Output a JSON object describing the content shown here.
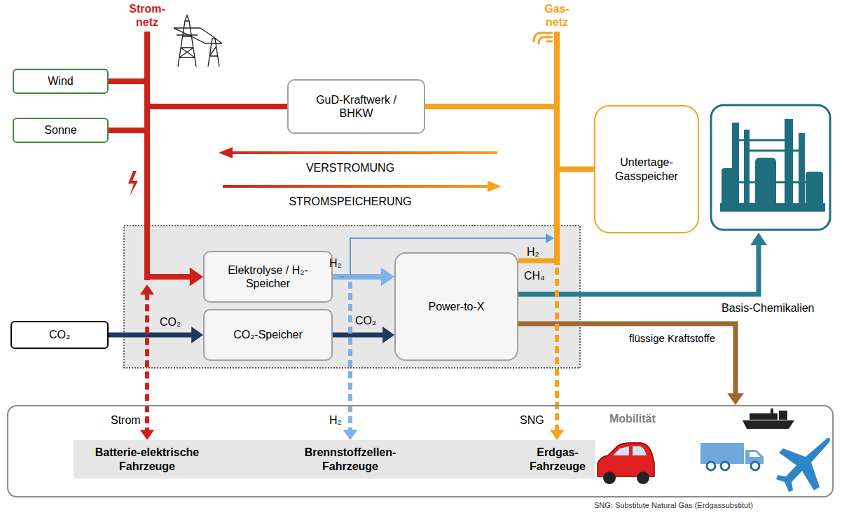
{
  "diagram": {
    "nodes": [
      {
        "text": [
          "Strom- netz"
        ]
      },
      {
        "text": [
          "Gas- netz"
        ]
      },
      {
        "text": [
          "Wind"
        ]
      },
      {
        "text": [
          "Sonne"
        ]
      },
      {
        "text": [
          "GuD-Kraftwerk / BHKW"
        ]
      },
      {
        "text": [
          "Untertage- Gasspeicher"
        ]
      },
      {
        "text": [
          "Elektrolyse / H₂-Speicher"
        ]
      },
      {
        "text": [
          "CO₂"
        ]
      },
      {
        "text": [
          "CO₂-Speicher"
        ]
      },
      {
        "text": [
          "Power-to-X"
        ]
      },
      {
        "text": [
          "Mobilität"
        ]
      },
      {
        "text": [
          "Batterie-elektrische Fahrzeuge"
        ],
        "in": 10
      },
      {
        "text": [
          "Brennstoffzellen- Fahrzeuge"
        ],
        "in": 10
      },
      {
        "text": [
          "Erdgas- Fahrzeuge"
        ],
        "in": 10
      }
    ],
    "edges": [
      {
        "from": 2,
        "to": 0,
        "arrow": "none"
      },
      {
        "from": 3,
        "to": 0,
        "arrow": "none"
      },
      {
        "from": 0,
        "to": 4,
        "arrow": "none"
      },
      {
        "from": 4,
        "to": 1,
        "arrow": "none"
      },
      {
        "from": 1,
        "to": 5,
        "arrow": "none"
      },
      {
        "from": 0,
        "to": 6,
        "arrow": "to"
      },
      {
        "from": 6,
        "to": 9,
        "label": "H₂",
        "arrow": "to"
      },
      {
        "from": 6,
        "to": 1,
        "label": "H₂",
        "arrow": "to"
      },
      {
        "from": 7,
        "to": 8,
        "label": "CO₂",
        "arrow": "to"
      },
      {
        "from": 8,
        "to": 9,
        "label": "CO₂",
        "arrow": "to"
      },
      {
        "from": 9,
        "to": 1,
        "label": "CH₄",
        "arrow": "none"
      },
      {
        "from": 9,
        "to": 10,
        "label": "flüssige Kraftstoffe",
        "arrow": "to"
      },
      {
        "from": 0,
        "to": 11,
        "label": "Strom",
        "arrow": "both"
      },
      {
        "from": 6,
        "to": 12,
        "label": "H₂",
        "arrow": "to"
      },
      {
        "from": 1,
        "to": 13,
        "label": "SNG",
        "arrow": "to"
      }
    ],
    "labels": [
      "VERSTROMUNG",
      "STROMSPEICHERUNG",
      "Basis-Chemikalien",
      "SNG: Substitute Natural Gas (Erdgassubstitut)"
    ]
  }
}
